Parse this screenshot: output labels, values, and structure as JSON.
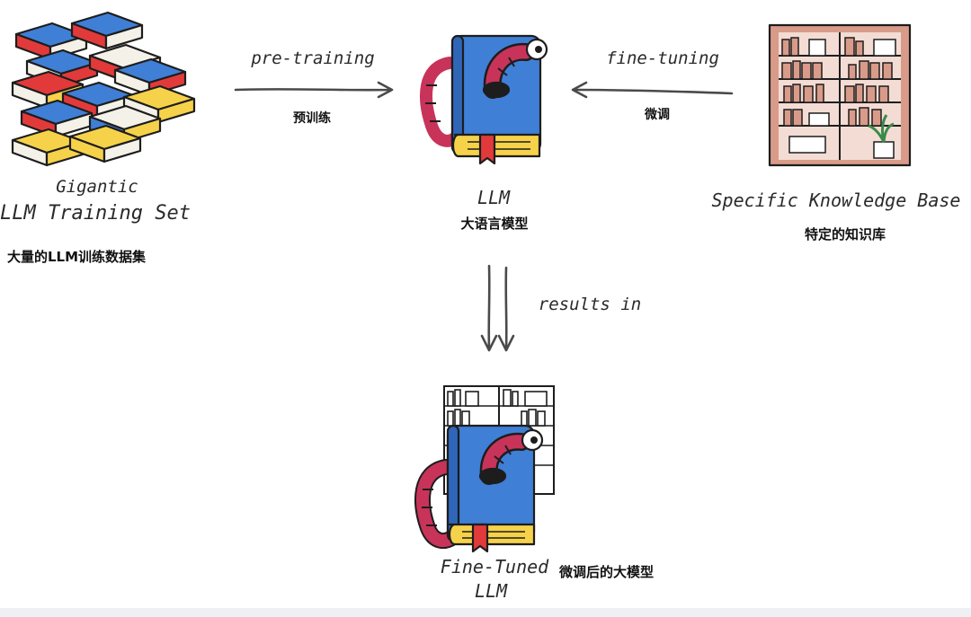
{
  "nodes": {
    "training_set": {
      "title_line1": "Gigantic",
      "title_line2": "LLM Training Set",
      "subtitle_cn": "大量的LLM训练数据集",
      "icon": "book-stack-icon"
    },
    "llm": {
      "title": "LLM",
      "subtitle_cn": "大语言模型",
      "icon": "bookworm-book-icon"
    },
    "knowledge_base": {
      "title": "Specific Knowledge Base",
      "subtitle_cn": "特定的知识库",
      "icon": "bookshelf-icon"
    },
    "fine_tuned": {
      "title_line1": "Fine-Tuned",
      "title_line2": "LLM",
      "subtitle_cn": "微调后的大模型",
      "icon": "bookworm-book-with-shelf-icon"
    }
  },
  "edges": {
    "pretraining": {
      "label": "pre-training",
      "label_cn": "预训练"
    },
    "finetuning": {
      "label": "fine-tuning",
      "label_cn": "微调"
    },
    "results": {
      "label": "results in"
    }
  },
  "colors": {
    "book_blue": "#3f7fd6",
    "book_red": "#e23a3a",
    "page_yellow": "#f6d24a",
    "worm_red": "#c8335a",
    "shelf_wood": "#d99b89",
    "ink": "#4a4a4a"
  }
}
